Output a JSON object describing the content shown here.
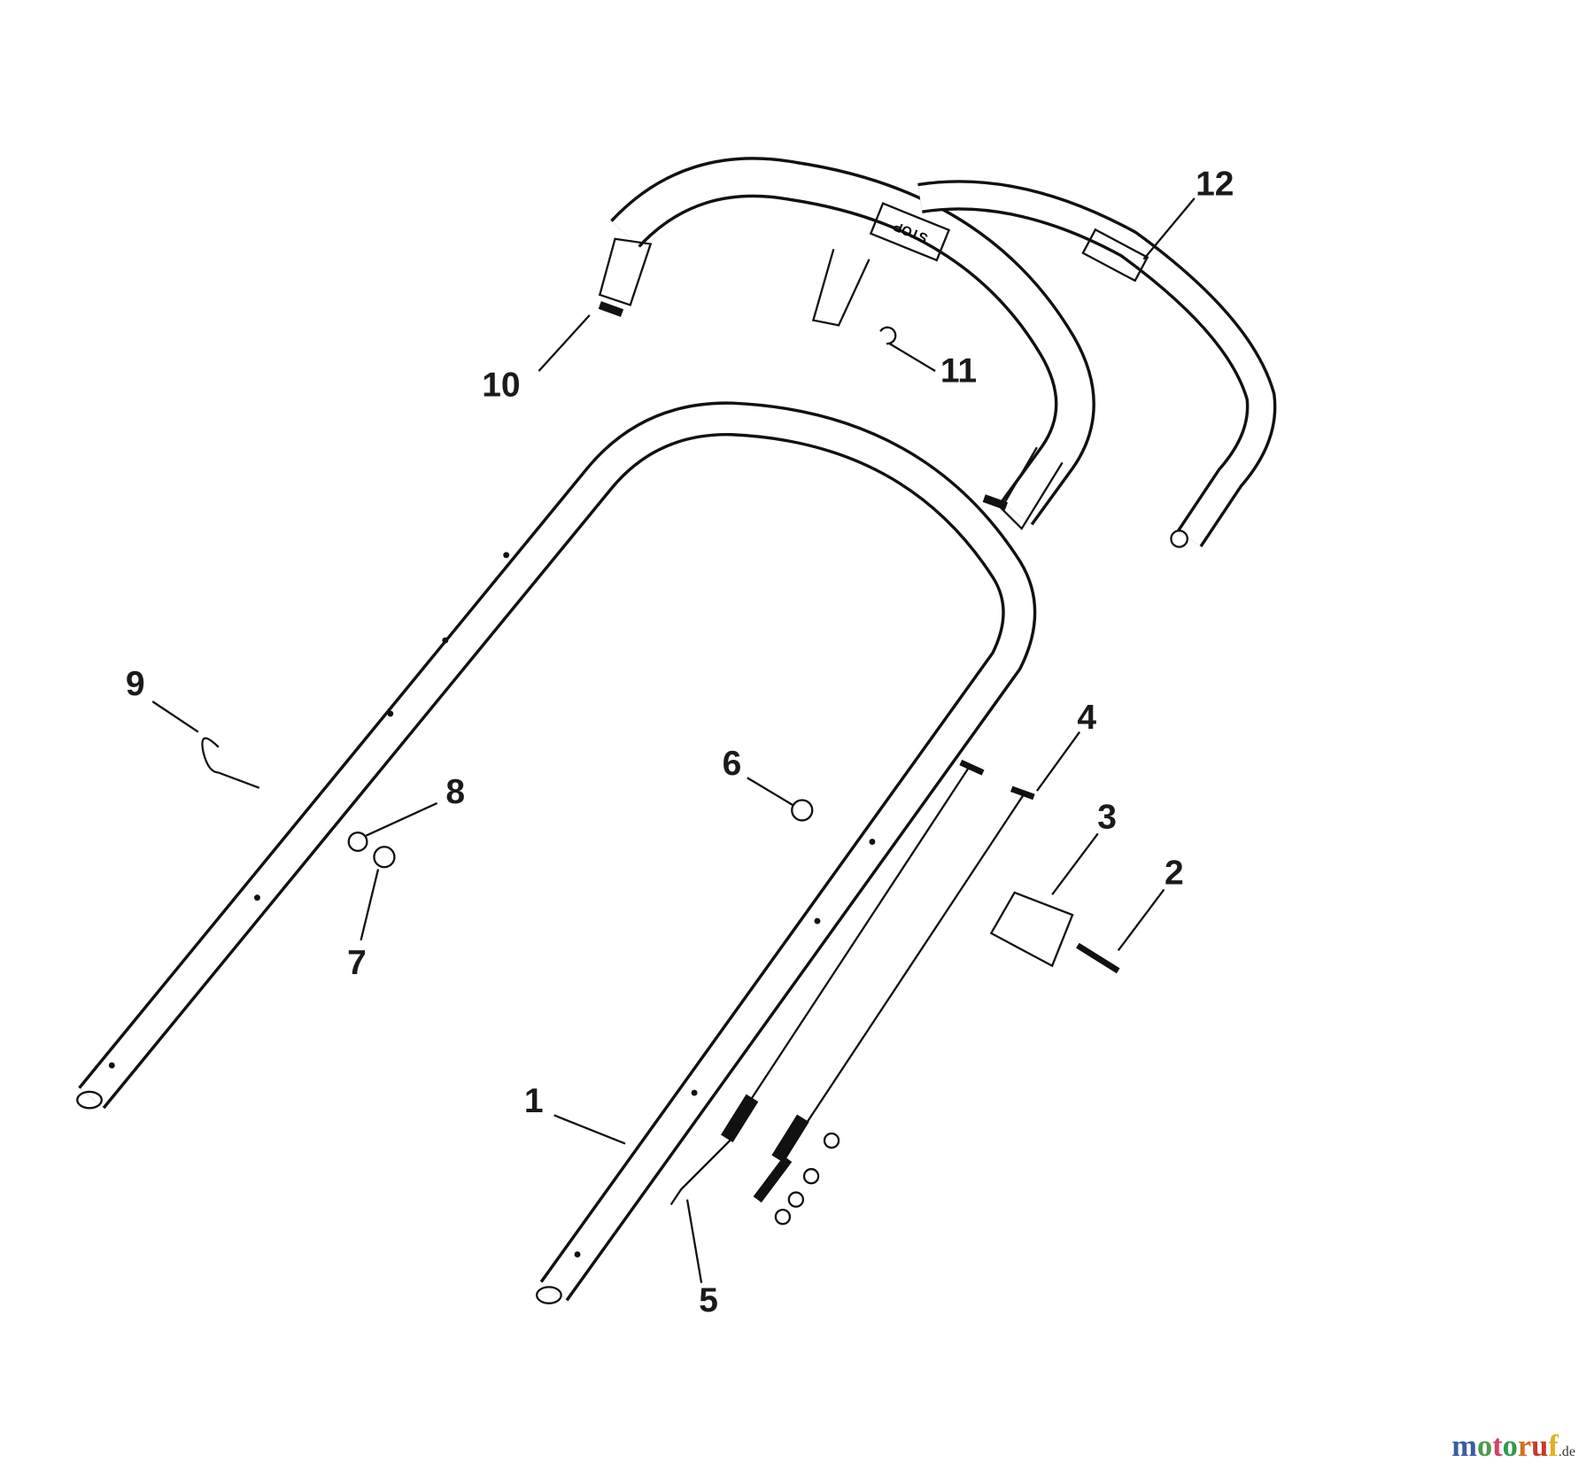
{
  "labels": [
    "1",
    "2",
    "3",
    "4",
    "5",
    "6",
    "7",
    "8",
    "9",
    "10",
    "11",
    "12"
  ],
  "stop_text": "STOP",
  "logo": {
    "main": "motoruf",
    "suffix": ".de",
    "letter_colors": [
      "#3b5ba5",
      "#4a9a4a",
      "#d4406a",
      "#2f9a4a",
      "#d07020",
      "#c83a2a",
      "#e0b020"
    ]
  }
}
